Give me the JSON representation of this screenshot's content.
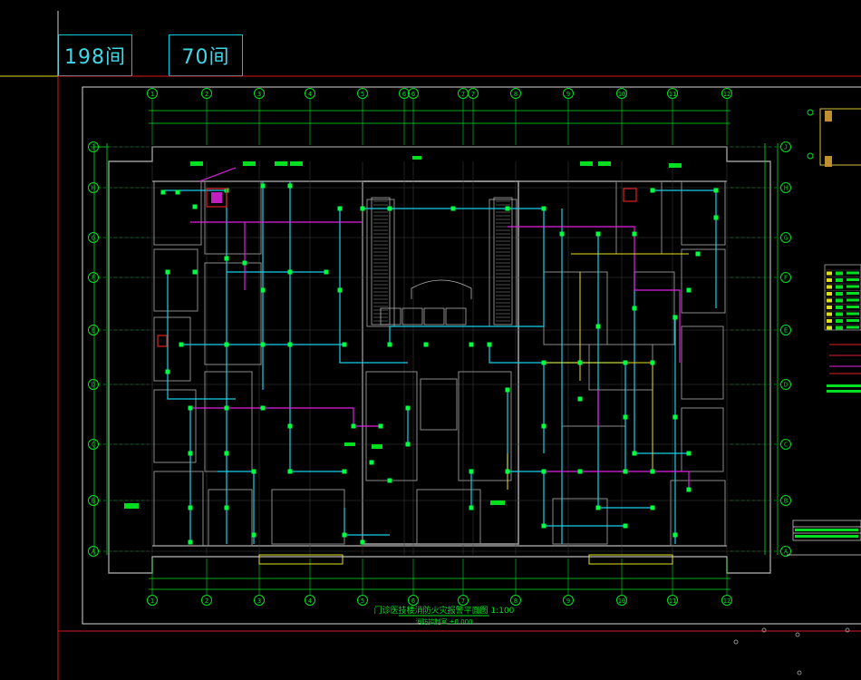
{
  "counters": {
    "rooms_a": "198间",
    "rooms_b": "70间"
  },
  "grid": {
    "columns_top": [
      "1",
      "2",
      "3",
      "4",
      "5",
      "6",
      "6",
      "7",
      "7",
      "8",
      "9",
      "10",
      "11",
      "12"
    ],
    "columns_bottom": [
      "1",
      "2",
      "3",
      "4",
      "5",
      "6",
      "7",
      "8",
      "9",
      "10",
      "11",
      "12"
    ],
    "rows": [
      "J",
      "H",
      "G",
      "F",
      "E",
      "D",
      "C",
      "B",
      "A"
    ]
  },
  "drawing": {
    "title": "门诊医技楼消防火灾报警平面图 1:100",
    "subtitle": "消防控制室 ±0.000"
  },
  "colors": {
    "background": "#000000",
    "frame_red": "#e01818",
    "frame_white": "#d8d8d8",
    "walls": "#9a9a9a",
    "dimension": "#00e020",
    "axis_bubble": "#00e020",
    "device": "#00ff40",
    "wiring_cyan": "#18d0e8",
    "wiring_magenta": "#e020e0",
    "wiring_yellow": "#e8e020",
    "counter_text": "#3fd8e8"
  }
}
